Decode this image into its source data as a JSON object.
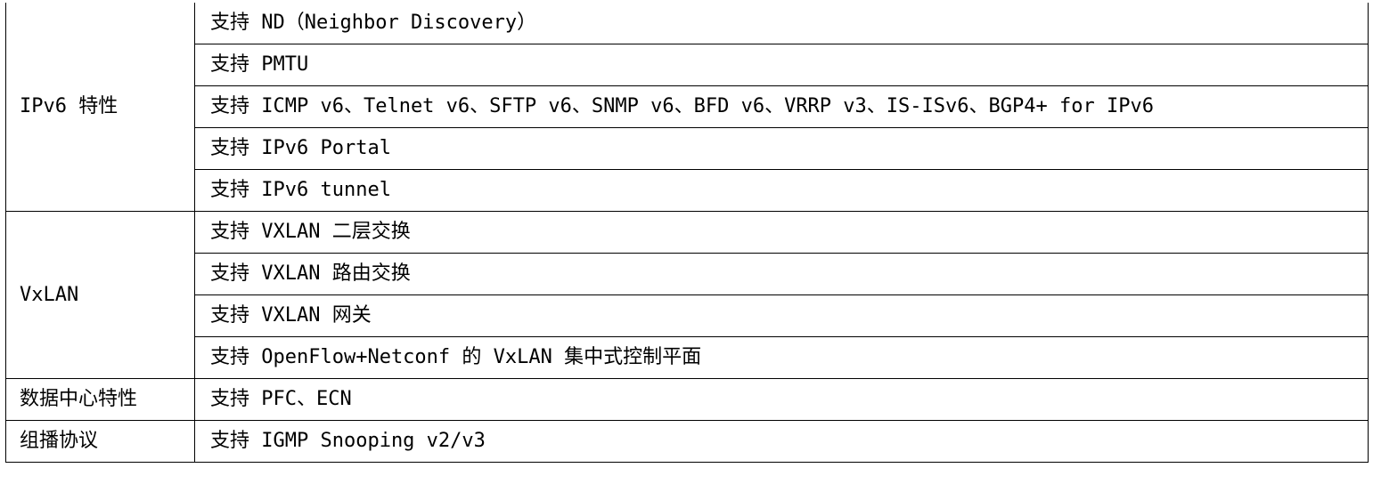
{
  "table": {
    "groups": [
      {
        "category": "IPv6 特性",
        "items": [
          "支持 ND（Neighbor Discovery）",
          "支持 PMTU",
          "支持 ICMP v6、Telnet v6、SFTP v6、SNMP v6、BFD v6、VRRP v3、IS-ISv6、BGP4+ for IPv6",
          "支持 IPv6 Portal",
          "支持 IPv6 tunnel"
        ]
      },
      {
        "category": "VxLAN",
        "items": [
          "支持 VXLAN 二层交换",
          "支持 VXLAN 路由交换",
          "支持 VXLAN 网关",
          "支持 OpenFlow+Netconf 的 VxLAN 集中式控制平面"
        ]
      },
      {
        "category": "数据中心特性",
        "items": [
          "支持 PFC、ECN"
        ]
      },
      {
        "category": "组播协议",
        "items": [
          "支持 IGMP Snooping v2/v3"
        ]
      }
    ]
  }
}
